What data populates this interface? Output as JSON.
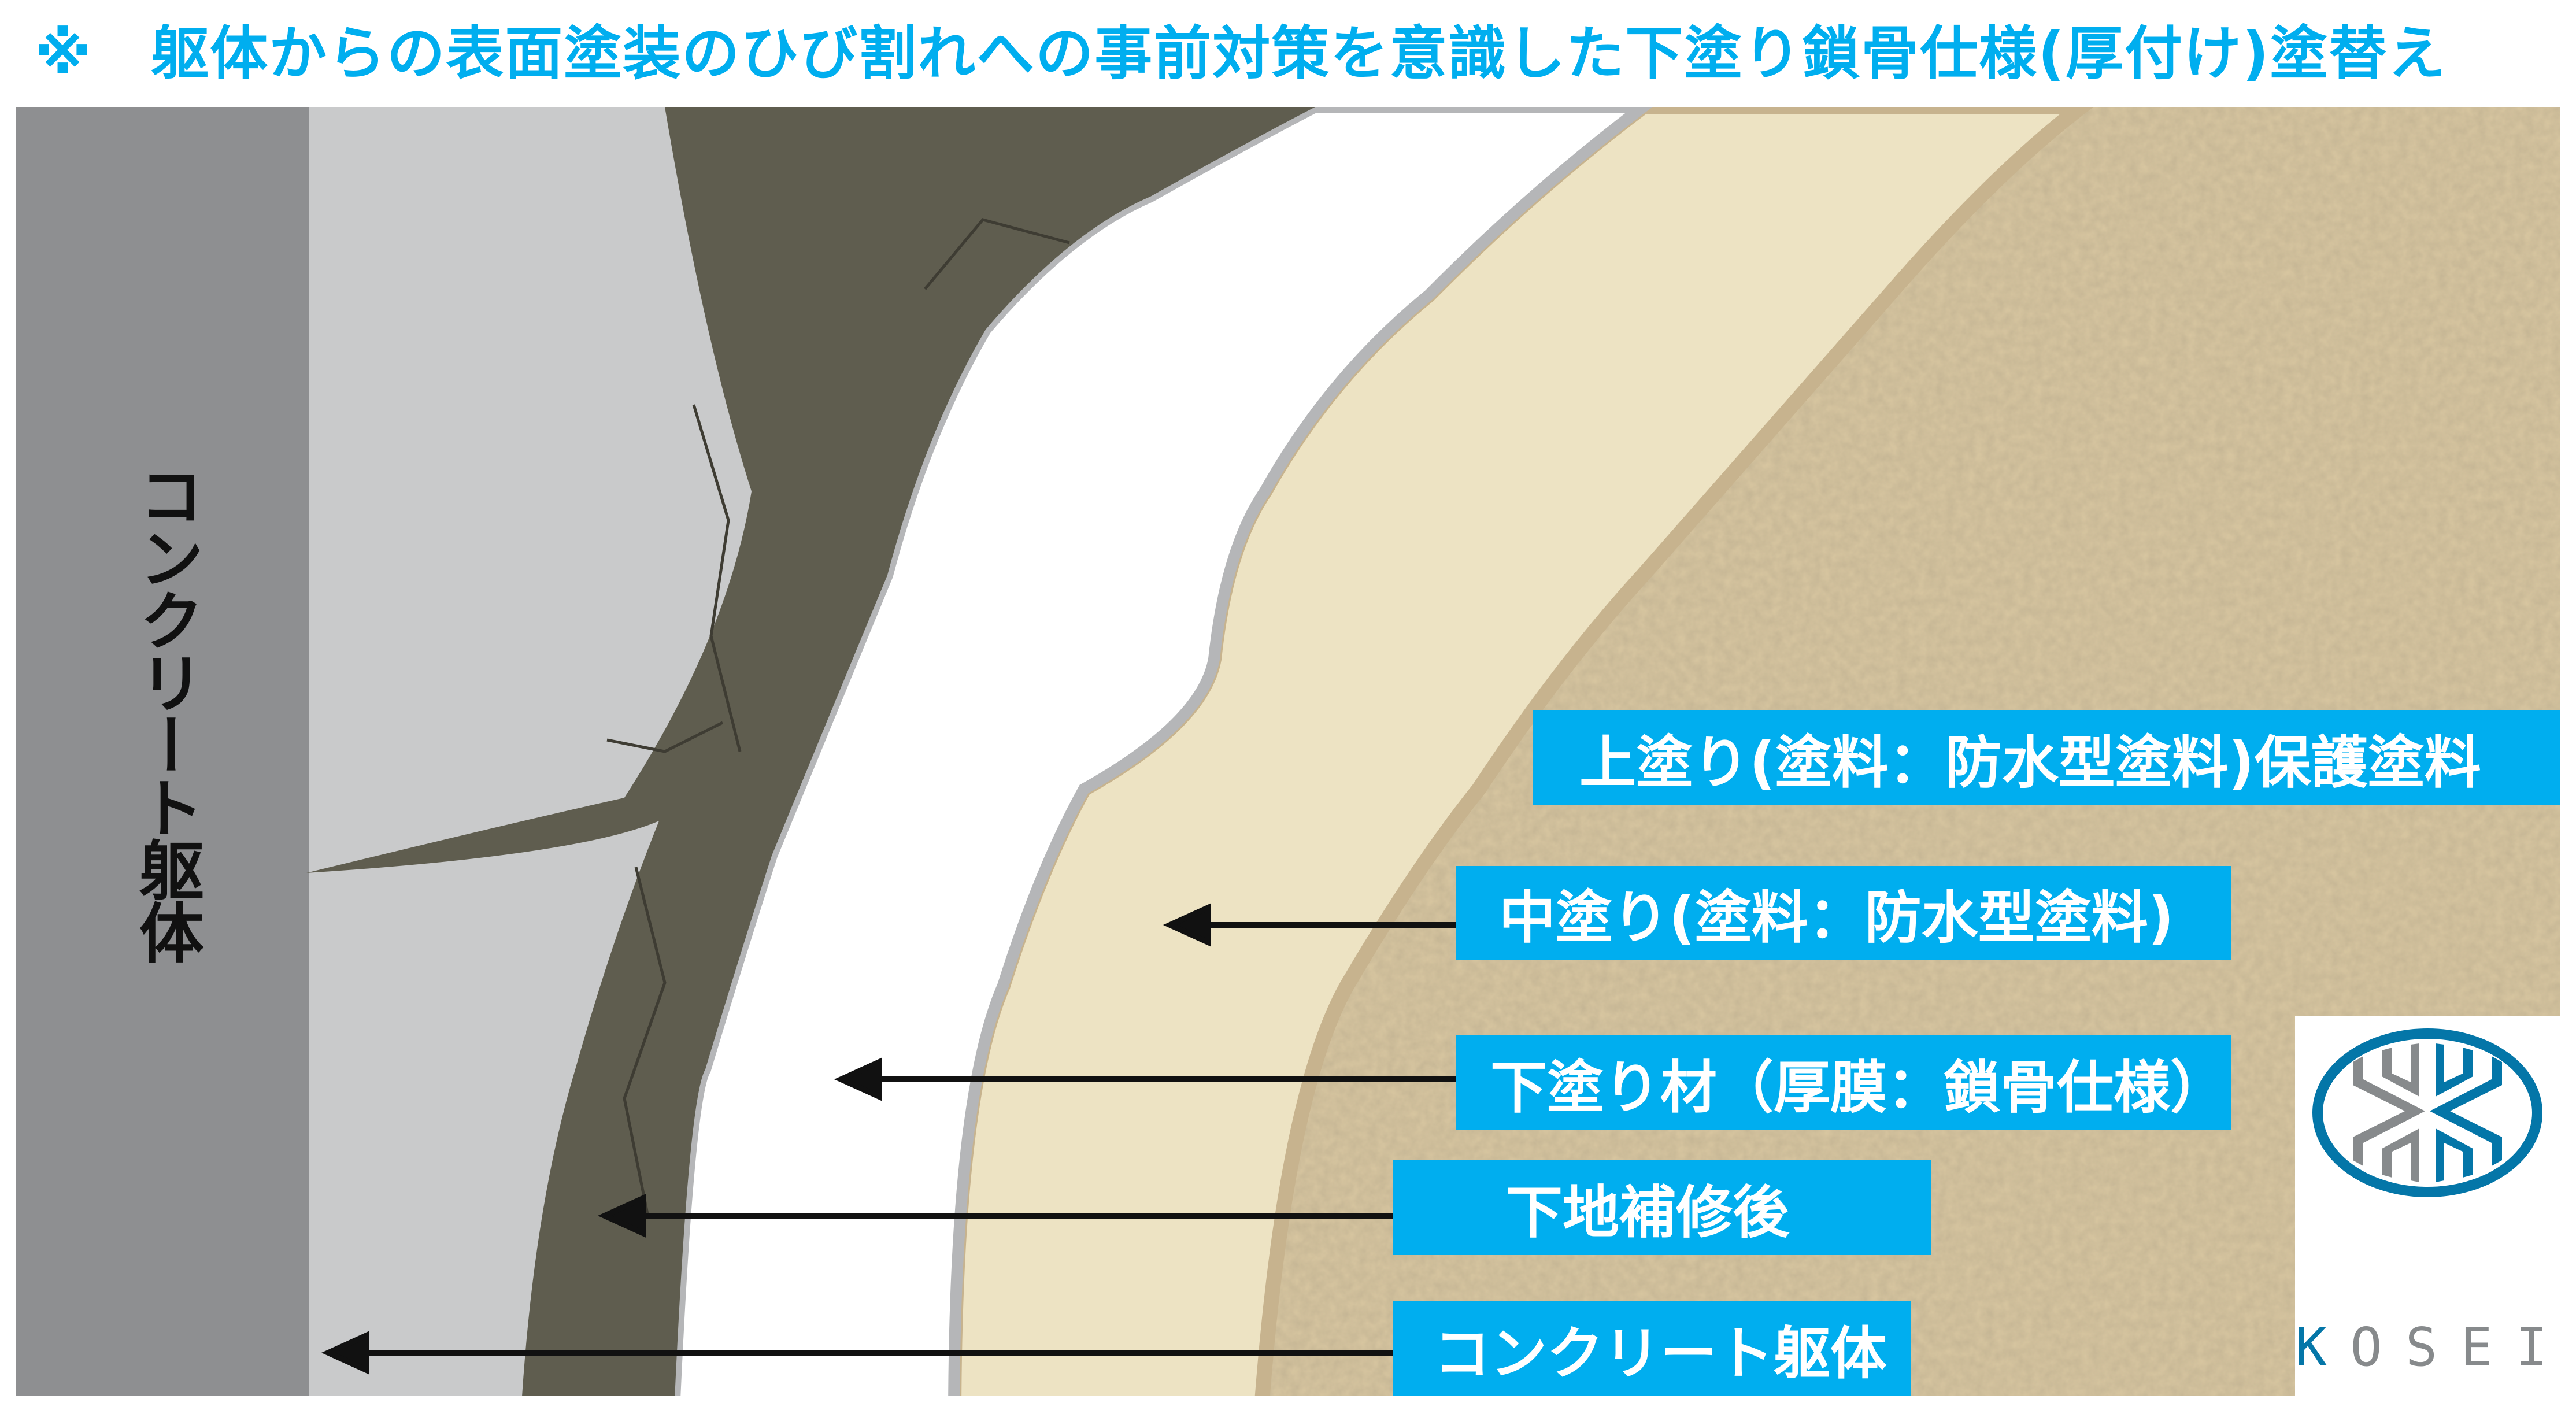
{
  "title": "※　躯体からの表面塗装のひび割れへの事前対策を意識した下塗り鎖骨仕様(厚付け)塗替え",
  "vertical_label": "コンクリート躯体",
  "labels": [
    {
      "text": "上塗り(塗料：防水型塗料)保護塗料",
      "has_arrow": false
    },
    {
      "text": "中塗り(塗料：防水型塗料)",
      "has_arrow": true
    },
    {
      "text": "下塗り材（厚膜：鎖骨仕様）",
      "has_arrow": true
    },
    {
      "text": "下地補修後",
      "has_arrow": true
    },
    {
      "text": "コンクリート躯体",
      "has_arrow": true
    }
  ],
  "logo": {
    "text": "KOSEI",
    "colors": {
      "blue": "#0476a8",
      "gray": "#878a8c"
    }
  },
  "colors": {
    "accent": "#00aeef",
    "concrete_dark": "#8e8f91",
    "concrete_light": "#c9cacb",
    "crack_repair": "#5f5d4f",
    "primer_white": "#ffffff",
    "mid_coat": "#ede3c3",
    "top_coat": "#d9c7a1"
  }
}
